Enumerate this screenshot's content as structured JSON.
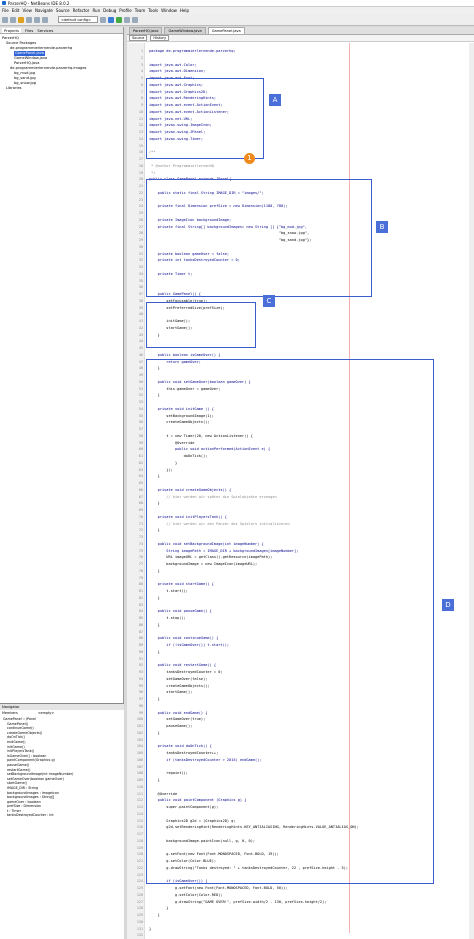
{
  "window": {
    "title": "ParzerHQ - NetBeans IDE 8.0.2"
  },
  "menu": [
    "File",
    "Edit",
    "View",
    "Navigate",
    "Source",
    "Refactor",
    "Run",
    "Debug",
    "Profile",
    "Team",
    "Tools",
    "Window",
    "Help"
  ],
  "toolbar": {
    "config": "<default config>"
  },
  "projects": {
    "tabs": [
      "Projects",
      "Files",
      "Services"
    ],
    "tree": [
      "ParzerHQ",
      "Source Packages",
      "de.programmierlernende.parzerhq",
      "GamePanel.java",
      "GameWindow.java",
      "ParzerHQ.java",
      "de.programmierlernende.parzerhq.images",
      "bg_mud.jpg",
      "bg_sand.jpg",
      "bg_snow.jpg",
      "Libraries"
    ]
  },
  "navigator": {
    "title": "Navigator",
    "members": "Members",
    "empty": "<empty>",
    "items": [
      "GamePanel :: JPanel",
      "GamePanel()",
      "continueGame()",
      "createGameObjects()",
      "doOnTick()",
      "endGame()",
      "initGame()",
      "initPlayersTank()",
      "isGameOver() : boolean",
      "paintComponent(Graphics g)",
      "pauseGame()",
      "restartGame()",
      "setBackgroundImage(int imageNumber)",
      "setGameOver(boolean gameOver)",
      "startGame()",
      "IMAGE_DIR : String",
      "backgroundImages : ImageIcon",
      "backgroundImages : String[]",
      "gameOver : boolean",
      "prefSize : Dimension",
      "t : Timer",
      "tanksDestroyedCounter : int"
    ]
  },
  "editor": {
    "tabs": [
      "ParzerHQ.java",
      "GameWindow.java",
      "GamePanel.java"
    ],
    "source": "Source",
    "history": "History",
    "lines": [
      "package de.programmierlernende.parzerhq;",
      "",
      "import java.awt.Color;",
      "import java.awt.Dimension;",
      "import java.awt.Font;",
      "import java.awt.Graphics;",
      "import java.awt.Graphics2D;",
      "import java.awt.RenderingHints;",
      "import java.awt.event.ActionEvent;",
      "import java.awt.event.ActionListener;",
      "import java.net.URL;",
      "import javax.swing.ImageIcon;",
      "import javax.swing.JPanel;",
      "import javax.swing.Timer;",
      "",
      "/**",
      " *",
      " * @author ProgrammierlernenHQ",
      " */",
      "public class GamePanel extends JPanel{",
      "",
      "    public static final String IMAGE_DIR = \"images/\";",
      "",
      "    private final Dimension prefSize = new Dimension(1180, 780);",
      "",
      "    private ImageIcon backgroundImage;",
      "    private final String[] backgroundImages= new String [] {\"bg_mud.jpg\",",
      "                                                            \"bg_snow.jpg\",",
      "                                                            \"bg_sand.jpg\"};",
      "",
      "    private boolean gameOver = false;",
      "    private int tanksDestroyedCounter = 0;",
      "",
      "    private Timer t;",
      "",
      "",
      "    public GamePanel() {",
      "        setFocusable(true);",
      "        setPreferredSize(prefSize);",
      "",
      "        initGame();",
      "        startGame();",
      "    }",
      "",
      "",
      "    public boolean isGameOver() {",
      "        return gameOver;",
      "    }",
      "",
      "    public void setGameOver(boolean gameOver) {",
      "        this.gameOver = gameOver;",
      "    }",
      "",
      "    private void initGame () {",
      "        setBackgroundImage(1);",
      "        createGameObjects();",
      "",
      "        t = new Timer(20, new ActionListener() {",
      "            @Override",
      "            public void actionPerformed(ActionEvent e) {",
      "                doOnTick();",
      "            }",
      "        });",
      "    }",
      "",
      "    private void createGameObjects() {",
      "        // hier werden wir später die Spielobjekte erzeugen",
      "    }",
      "",
      "    private void initPlayersTank() {",
      "        // hier werden wir den Panzer des Spielers initialisieren",
      "    }",
      "",
      "    public void setBackgroundImage(int imageNumber) {",
      "        String imagePath = IMAGE_DIR + backgroundImages[imageNumber];",
      "        URL imageURL = getClass().getResource(imagePath);",
      "        backgroundImage = new ImageIcon(imageURL);",
      "    }",
      "",
      "    private void startGame() {",
      "        t.start();",
      "    }",
      "",
      "    public void pauseGame() {",
      "        t.stop();",
      "    }",
      "",
      "    public void continueGame() {",
      "        if (!isGameOver()) t.start();",
      "    }",
      "",
      "    public void restartGame() {",
      "        tanksDestroyedCounter = 0;",
      "        setGameOver(false);",
      "        createGameObjects();",
      "        startGame();",
      "    }",
      "",
      "    public void endGame() {",
      "        setGameOver(true);",
      "        pauseGame();",
      "    }",
      "",
      "    private void doOnTick() {",
      "        tanksDestroyedCounter++;",
      "        if (tanksDestroyedCounter > 2015) endGame();",
      "",
      "        repaint();",
      "    }",
      "",
      "    @Override",
      "    public void paintComponent (Graphics g) {",
      "        super.paintComponent(g);",
      "",
      "        Graphics2D g2d = (Graphics2D) g;",
      "        g2d.setRenderingHint(RenderingHints.KEY_ANTIALIASING, RenderingHints.VALUE_ANTIALIAS_ON);",
      "",
      "        backgroundImage.paintIcon(null, g, 0, 0);",
      "",
      "        g.setFont(new Font(Font.MONOSPACED, Font.BOLD, 19));",
      "        g.setColor(Color.BLUE);",
      "        g.drawString(\"Tanks destroyed: \" + tanksDestroyedCounter, 22 , prefSize.height - 5);",
      "",
      "        if (isGameOver()) {",
      "            g.setFont(new Font(Font.MONOSPACED, Font.BOLD, 50));",
      "            g.setColor(Color.RED);",
      "            g.drawString(\"GAME OVER!\", prefSize.width/2 - 130, prefSize.height/2);",
      "        }",
      "    }",
      "",
      "}",
      ""
    ]
  },
  "annotations": {
    "a": "A",
    "b": "B",
    "c": "C",
    "d": "D",
    "badge": "1"
  }
}
